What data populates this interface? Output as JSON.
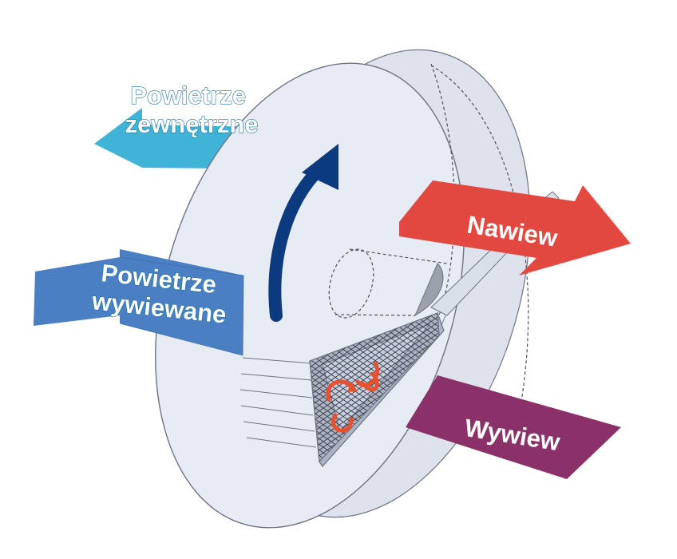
{
  "labels": {
    "outdoor_air": [
      "Powietrze",
      "zewnętrzne"
    ],
    "exhaust_air": [
      "Powietrze",
      "wywiewane"
    ],
    "supply": "Nawiew",
    "extract": "Wywiew"
  },
  "colors": {
    "outdoor_arrow": "#3fb4d6",
    "exhaust_arrow": "#4a7fc4",
    "supply_arrow": "#e2483f",
    "extract_arrow": "#8b3169",
    "rotation_arrow": "#0b3a7e",
    "wheel_fill": "#e7ebf3",
    "wheel_edge": "#6d7380",
    "swirl": "#e8502f"
  },
  "icons": {
    "rotation": "curved-up-arrow-icon",
    "swirl": "swirl-arrow-icon",
    "honeycomb": "honeycomb-mesh-icon"
  }
}
